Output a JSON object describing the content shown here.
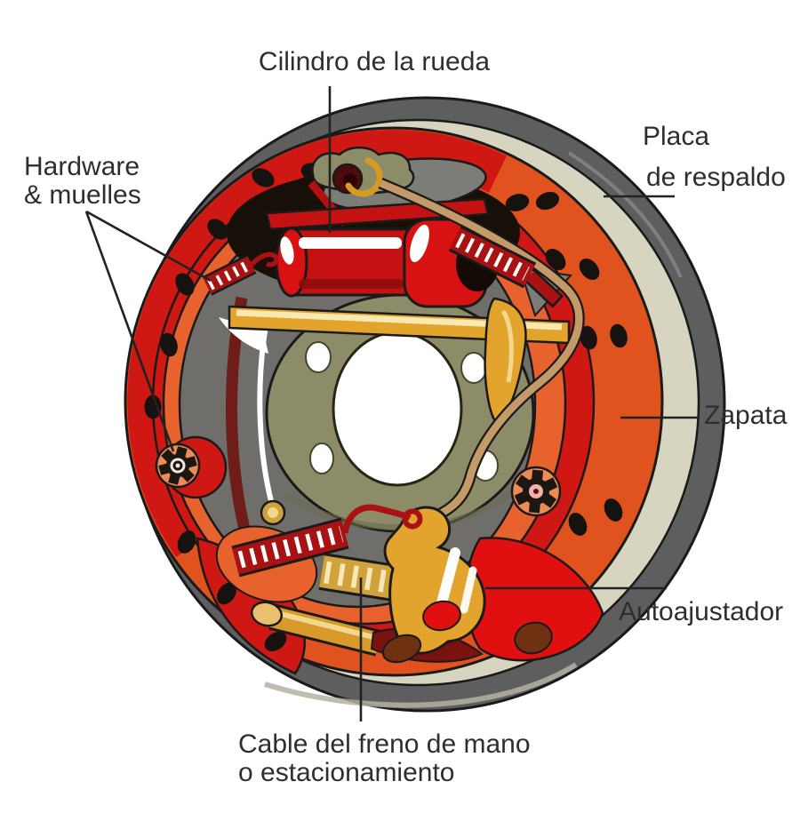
{
  "labels": {
    "wheel_cylinder": "Cilindro de la rueda",
    "hardware_line1": "Hardware",
    "hardware_line2": "& muelles",
    "backing_plate_line1": "Placa",
    "backing_plate_line2": "de respaldo",
    "brake_shoe": "Zapata",
    "self_adjuster": "Autoajustador",
    "parking_cable_line1": "Cable del freno de mano",
    "parking_cable_line2": "o estacionamiento"
  },
  "colors": {
    "label_text": "#2e2e2e",
    "leader_line": "#222222",
    "drum_gray": "#5f5e5e",
    "rim_beige": "#d7d4bf",
    "plate_orange": "#e0521e",
    "shoe_red": "#cf1713",
    "bright_red": "#e01010",
    "spring_dark_red": "#a81212",
    "maroon": "#6e1410",
    "inner_orange": "#e8622d",
    "interior_gray": "#6f6e6b",
    "cavity_dark": "#171008",
    "hub_olive": "#8d8c68",
    "gold": "#e2a42c",
    "gold_light": "#f0d98e",
    "gold_spring": "#cfa23c",
    "gold_spring_tick": "#f5e7b8",
    "cable_tan": "#c49a68",
    "cylinder_red": "#c41111",
    "outline_dark": "#1a1a1a"
  }
}
